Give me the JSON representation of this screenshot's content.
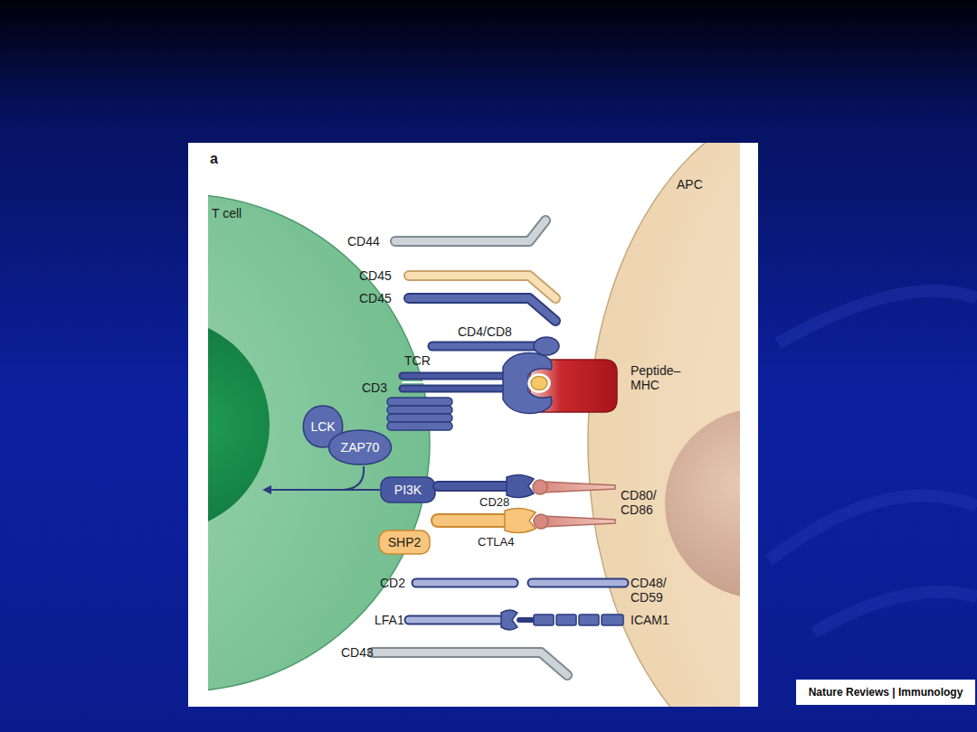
{
  "diagram": {
    "nodes": [
      {
        "text": [
          "T cell"
        ]
      },
      {
        "text": [
          "APC"
        ]
      },
      {
        "text": [
          "LCK"
        ],
        "in": 0
      },
      {
        "text": [
          "ZAP70"
        ],
        "in": 0
      },
      {
        "text": [
          "PI3K"
        ],
        "in": 0
      },
      {
        "text": [
          "SHP2"
        ],
        "in": 0
      }
    ],
    "labels": [
      "a",
      "CD44",
      "CD45",
      "CD45",
      "CD4/CD8",
      "TCR",
      "CD3",
      "Peptide–MHC",
      "CD28",
      "CD80/ CD86",
      "CTLA4",
      "CD2",
      "CD48/ CD59",
      "LFA1",
      "ICAM1",
      "CD43",
      "Nature Reviews | Immunology"
    ]
  }
}
